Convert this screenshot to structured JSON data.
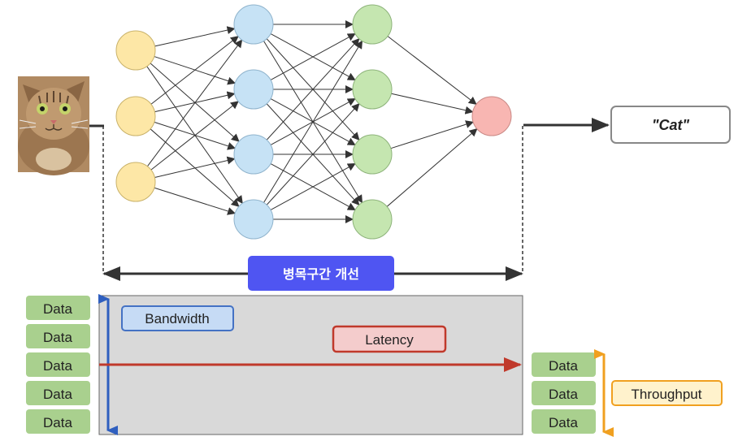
{
  "output": {
    "label": "\"Cat\""
  },
  "bottleneck": {
    "label": "병목구간 개선"
  },
  "input_stack": {
    "items": [
      "Data",
      "Data",
      "Data",
      "Data",
      "Data"
    ]
  },
  "output_stack": {
    "items": [
      "Data",
      "Data",
      "Data"
    ]
  },
  "metrics": {
    "bandwidth": "Bandwidth",
    "latency": "Latency",
    "throughput": "Throughput"
  },
  "network": {
    "layers": [
      {
        "name": "input-layer",
        "count": 3,
        "fill": "#fde7a6",
        "stroke": "#c9b26a"
      },
      {
        "name": "hidden-layer-1",
        "count": 4,
        "fill": "#c6e2f5",
        "stroke": "#8fb3cc"
      },
      {
        "name": "hidden-layer-2",
        "count": 4,
        "fill": "#c5e6b0",
        "stroke": "#8db37a"
      },
      {
        "name": "output-layer",
        "count": 1,
        "fill": "#f8b6b2",
        "stroke": "#c98985"
      }
    ]
  },
  "colors": {
    "bottleneck_bg": "#4f55f2",
    "pipe_bg": "#d9d9d9",
    "data_box": "#a9d08e",
    "bandwidth_fill": "#c6dbf5",
    "bandwidth_stroke": "#4472c4",
    "latency_fill": "#f4cccc",
    "latency_stroke": "#c0392b",
    "throughput_fill": "#fff2cc",
    "throughput_stroke": "#f0a020"
  }
}
